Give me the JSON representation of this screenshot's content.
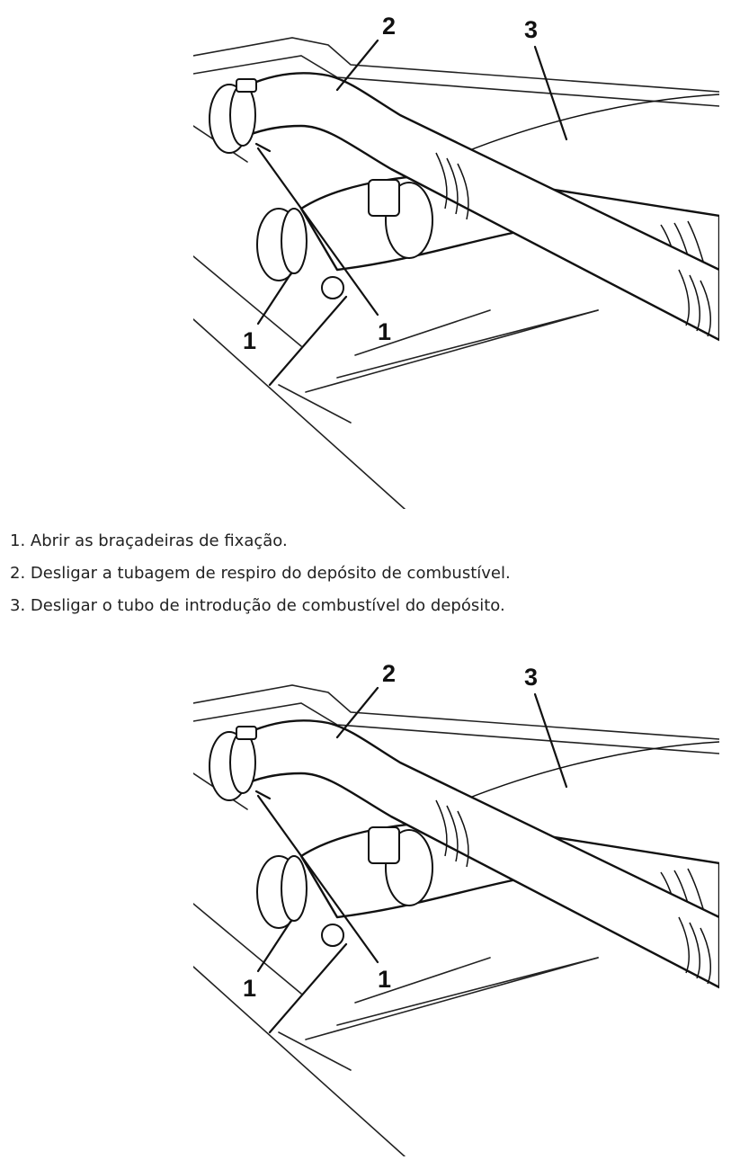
{
  "diagram": {
    "callouts": {
      "c1a": "1",
      "c1b": "1",
      "c2": "2",
      "c3": "3"
    }
  },
  "steps": [
    {
      "text": "1. Abrir as braçadeiras de fixação."
    },
    {
      "text": "2. Desligar a tubagem de respiro do depósito de combustível."
    },
    {
      "text": "3. Desligar o tubo de introdução de combustível do depósito."
    }
  ]
}
